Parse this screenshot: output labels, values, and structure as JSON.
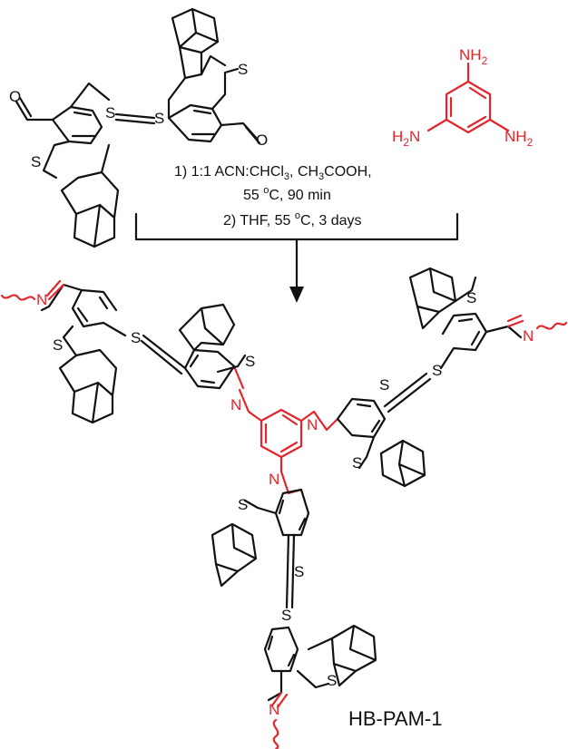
{
  "conditions": {
    "line1_a": "1) 1:1 ACN:CHCl",
    "line1_sub3": "3",
    "line1_b": ", CH",
    "line1_sub3b": "3",
    "line1_c": "COOH,",
    "line2_a": "55 ",
    "line2_sup": "o",
    "line2_b": "C, 90 min",
    "line3_a": "2) THF, 55 ",
    "line3_sup": "o",
    "line3_b": "C, 3 days"
  },
  "amine": {
    "top_label": "NH",
    "top_sub": "2",
    "left_label": "H",
    "left_sub": "2",
    "left_label_b": "N",
    "right_label": "NH",
    "right_sub": "2"
  },
  "atoms": {
    "sulfur": "S",
    "oxygen": "O",
    "nitrogen": "N"
  },
  "product_name": "HB-PAM-1",
  "colors": {
    "black": "#111111",
    "red": "#e3262b"
  }
}
